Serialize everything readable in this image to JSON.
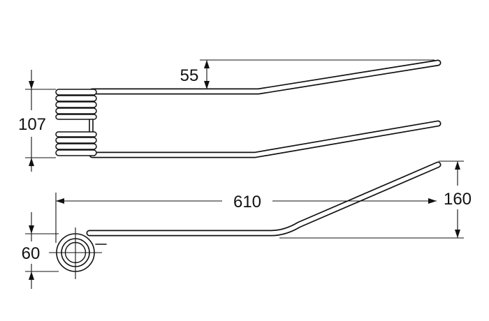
{
  "dimensions": {
    "coil_width": "107",
    "tine_offset": "55",
    "tine_length": "610",
    "tine_height": "160",
    "coil_diameter": "60"
  }
}
